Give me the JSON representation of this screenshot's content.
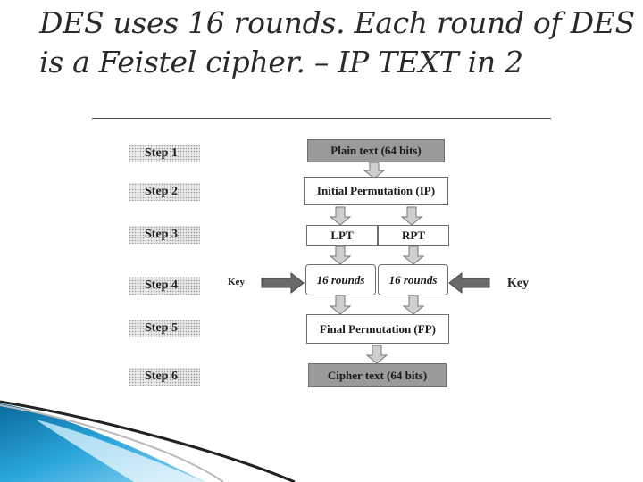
{
  "slide": {
    "title_line1": "DES uses 16 rounds. Each round of DES",
    "title_line2": "is a Feistel cipher. – IP TEXT in 2"
  },
  "diagram": {
    "steps": [
      "Step 1",
      "Step 2",
      "Step 3",
      "Step 4",
      "Step 5",
      "Step 6"
    ],
    "plain_text": "Plain text (64 bits)",
    "initial_permutation": "Initial Permutation (IP)",
    "lpt": "LPT",
    "rpt": "RPT",
    "rounds_left": "16 rounds",
    "rounds_right": "16 rounds",
    "key_left": "Key",
    "key_right": "Key",
    "final_permutation": "Final Permutation (FP)",
    "cipher_text": "Cipher text (64 bits)"
  },
  "colors": {
    "dark_box": "#9a9a9a",
    "arrow_fill": "#cfcfcf",
    "arrow_stroke": "#777777",
    "key_arrow": "#6a6a6a",
    "accent_blue": "#2a9fd6"
  }
}
